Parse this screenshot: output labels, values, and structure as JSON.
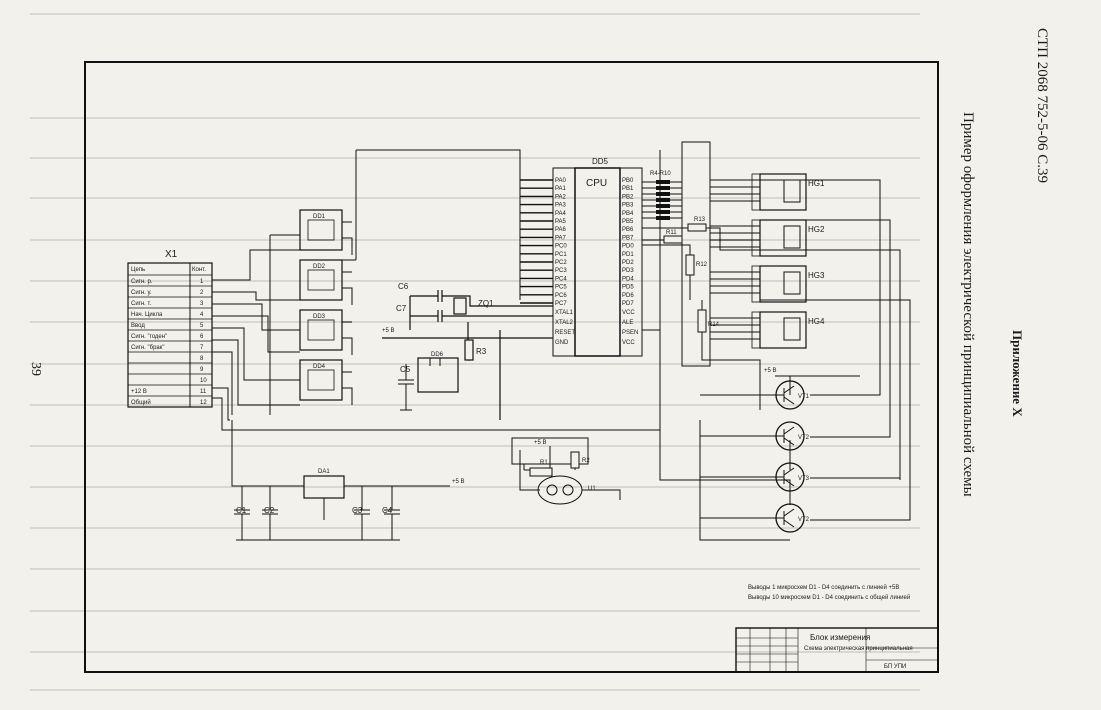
{
  "page": {
    "standard_ref": "СТП 2068 752-5-06 С.39",
    "appendix": "Приложение Х",
    "caption": "Пример оформления электрической принципиальной схемы",
    "page_number": "39"
  },
  "connector": {
    "title": "X1",
    "header": [
      "Цепь",
      "Конт."
    ],
    "rows": [
      {
        "signal": "Сигн. р.",
        "pin": "1"
      },
      {
        "signal": "Сигн. у.",
        "pin": "2"
      },
      {
        "signal": "Сигн. т.",
        "pin": "3"
      },
      {
        "signal": "Нач. Цикла",
        "pin": "4"
      },
      {
        "signal": "Ввод",
        "pin": "5"
      },
      {
        "signal": "Сигн. \"годен\"",
        "pin": "6"
      },
      {
        "signal": "Сигн. \"брак\"",
        "pin": "7"
      },
      {
        "signal": "",
        "pin": "8"
      },
      {
        "signal": "",
        "pin": "9"
      },
      {
        "signal": "",
        "pin": "10"
      },
      {
        "signal": "+12 В",
        "pin": "11"
      },
      {
        "signal": "Общий",
        "pin": "12"
      }
    ]
  },
  "components": {
    "cpu_ref": "DD5",
    "cpu_label": "CPU",
    "opto": [
      "DD1",
      "DD2",
      "DD3",
      "DD4"
    ],
    "rom_ref": "DD6",
    "crystal": "ZQ1",
    "caps_osc": [
      "C6",
      "C7",
      "C5"
    ],
    "resistor_reset": "R3",
    "resistor_pack": "R4-R10",
    "resistors_mid": [
      "R11",
      "R12",
      "R13",
      "R14"
    ],
    "digits": [
      "HG1",
      "HG2",
      "HG3",
      "HG4"
    ],
    "transistors": [
      "VT1",
      "VT2",
      "VT3",
      "VT2"
    ],
    "regulator": "DA1",
    "caps_power": [
      "C1",
      "C2",
      "C3",
      "C4"
    ],
    "sensor": "U1",
    "sensor_res": [
      "R1",
      "R2"
    ],
    "power_labels": [
      "+5 В",
      "+5 В",
      "+5 В",
      "+5 В"
    ]
  },
  "cpu_pins_left": [
    "PA0",
    "PA1",
    "PA2",
    "PA3",
    "PA4",
    "PA5",
    "PA6",
    "PA7",
    "PC0",
    "PC1",
    "PC2",
    "PC3",
    "PC4",
    "PC5",
    "PC6",
    "PC7"
  ],
  "cpu_pins_right": [
    "PB0",
    "PB1",
    "PB2",
    "PB3",
    "PB4",
    "PB5",
    "PB6",
    "PB7",
    "PD0",
    "PD1",
    "PD2",
    "PD3",
    "PD4",
    "PD5",
    "PD6",
    "PD7"
  ],
  "cpu_pins_ctrl": [
    "XTAL1",
    "XTAL2",
    "RESET",
    "GND"
  ],
  "cpu_pins_ctrl_right": [
    "VCC",
    "ALE",
    "PSEN",
    "VCC"
  ],
  "notes": [
    "Выводы 1 микросхем D1 - D4 соединить с линией +5В",
    "Выводы 10 микросхем D1 - D4 соединить с общей линией"
  ],
  "title_block": {
    "name": "Блок измерения",
    "doc": "Схема электрическая принципиальная",
    "org": "БП УПИ"
  }
}
